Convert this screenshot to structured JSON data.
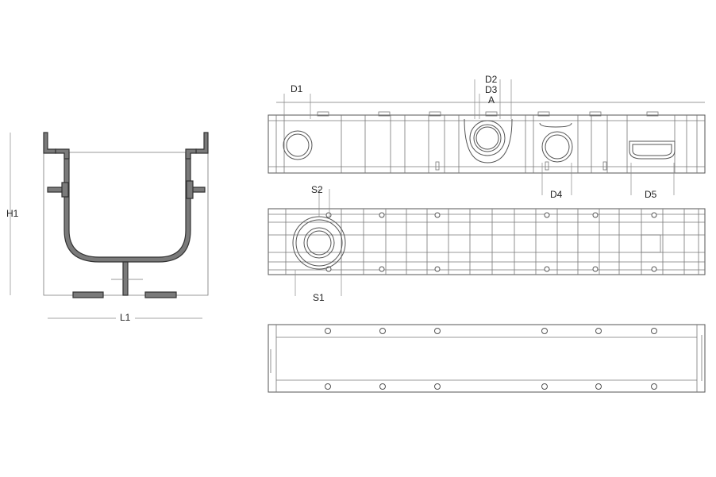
{
  "labels": {
    "h1": "H1",
    "l1": "L1",
    "d1": "D1",
    "d2": "D2",
    "d3": "D3",
    "a": "A",
    "d4": "D4",
    "d5": "D5",
    "s1": "S1",
    "s2": "S2"
  }
}
